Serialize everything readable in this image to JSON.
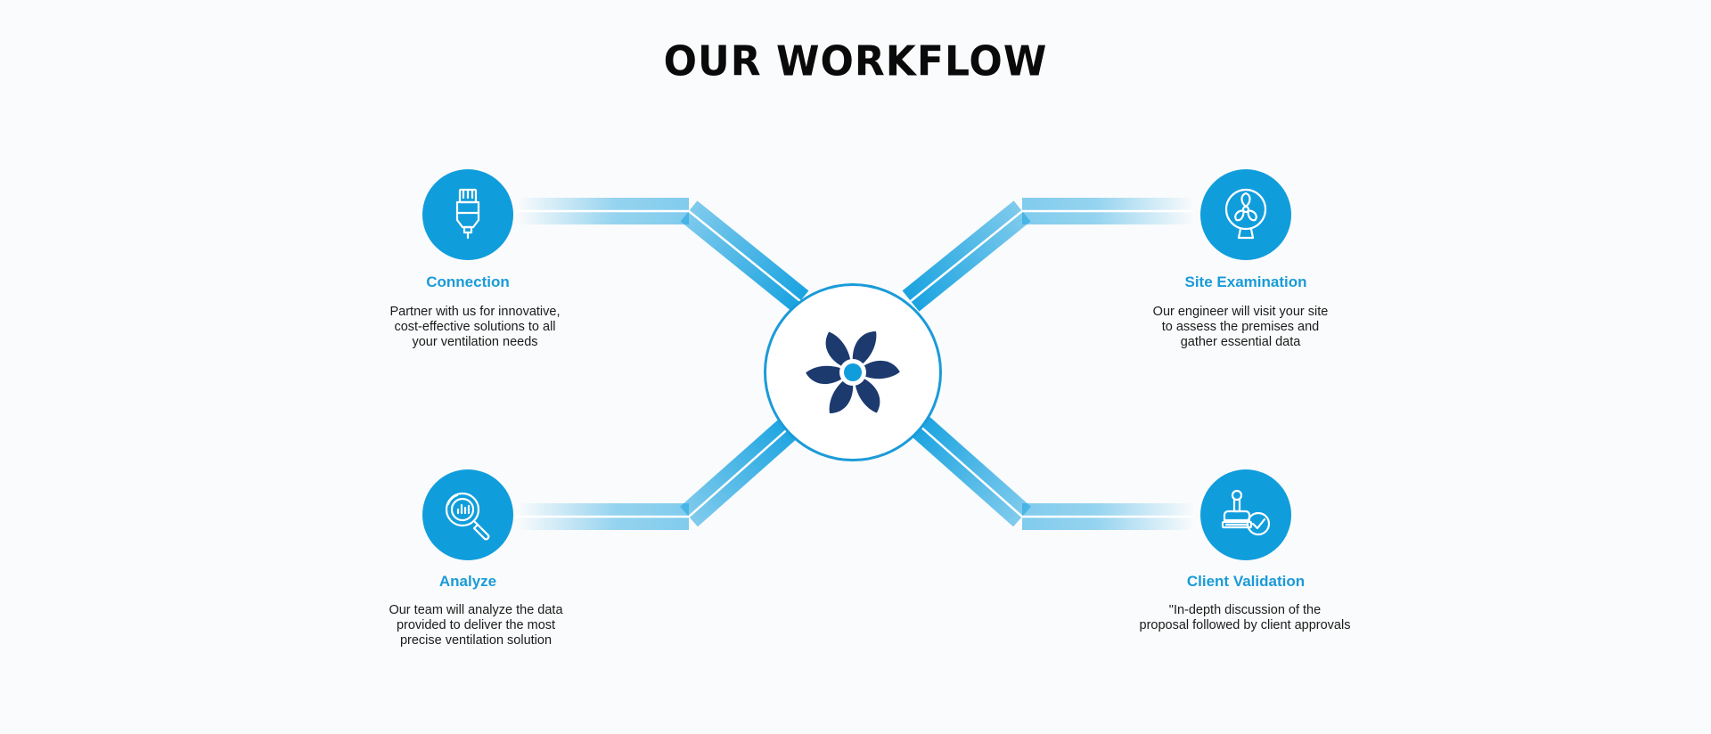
{
  "page": {
    "title": "OUR WORKFLOW"
  },
  "colors": {
    "accent": "#109ddc",
    "connector": "#1aa3e0",
    "fan": "#1c3a6e",
    "fan_center": "#109ddc",
    "text": "#1b1b1b",
    "background": "#fafbfc"
  },
  "hub": {
    "icon": "fan-icon"
  },
  "steps": [
    {
      "id": "connection",
      "icon": "connector-plug-icon",
      "title": "Connection",
      "description": "Partner with us for innovative,\ncost-effective solutions to all\nyour ventilation needs"
    },
    {
      "id": "site-examination",
      "icon": "desk-fan-icon",
      "title": "Site Examination",
      "description": "Our engineer will visit your site\nto assess the premises and\ngather essential data"
    },
    {
      "id": "analyze",
      "icon": "magnifier-chart-icon",
      "title": "Analyze",
      "description": "Our team will analyze the data\nprovided to deliver the most\nprecise ventilation solution"
    },
    {
      "id": "client-validation",
      "icon": "stamp-check-icon",
      "title": "Client Validation",
      "description": "\"In-depth discussion of the\nproposal followed by client approvals"
    }
  ]
}
